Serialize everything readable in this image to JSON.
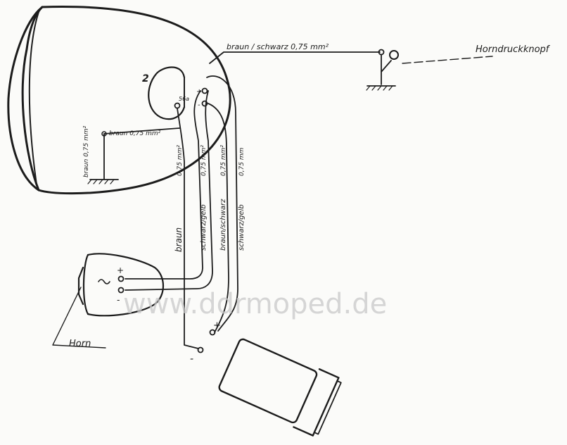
{
  "labels": {
    "horn_button_wire": "braun / schwarz 0,75 mm²",
    "horn_button": "Horndruckknopf",
    "bulb_number": "2",
    "terminal_56a": "56a",
    "terminal_plus": "+",
    "terminal_minus": "-",
    "brown_wire_horizontal": "braun 0,75 mm²",
    "ground_wire": "braun 0,75 mm²",
    "wire_075_a": "0,75 mm²",
    "wire_075_b": "0,75 mm²",
    "wire_075_c": "0,75 mm²",
    "wire_075_d": "0,75 mm",
    "wire_braun": "braun",
    "wire_schwarz_gelb_1": "schwarz/gelb",
    "wire_braun_schwarz": "braun/schwarz",
    "wire_schwarz_gelb_2": "schwarz/gelb",
    "horn_plus": "+",
    "horn_minus": "-",
    "horn": "Horn",
    "battery_plus": "+",
    "battery_minus": "-",
    "watermark": "www.ddrmoped.de"
  },
  "colors": {
    "ink": "#1c1c1c",
    "paper": "#fbfbf9",
    "watermark": "#c9c9c9"
  }
}
